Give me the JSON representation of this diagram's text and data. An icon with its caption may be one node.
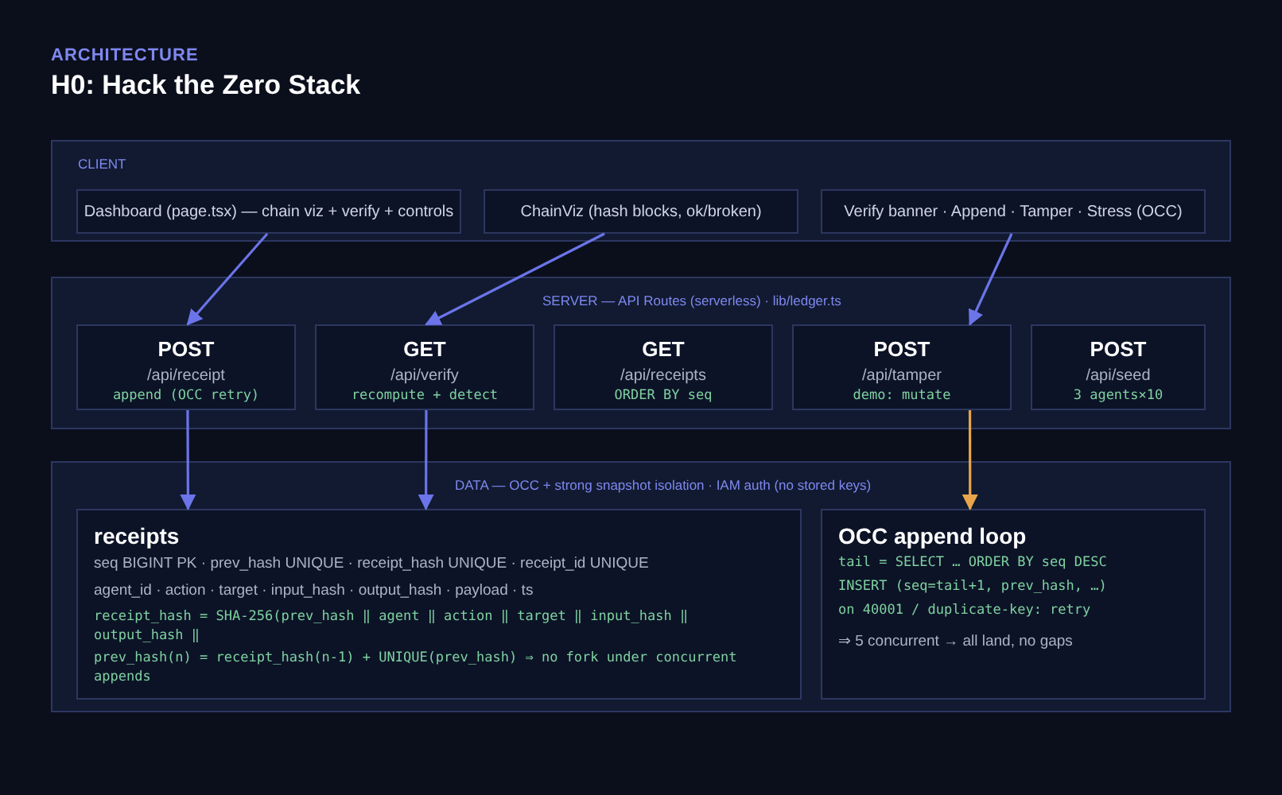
{
  "diagram": {
    "title": "H0: Hack the Zero Stack",
    "labels": [
      "ARCHITECTURE"
    ],
    "nodes": [
      {
        "text": [
          "CLIENT"
        ]
      },
      {
        "text": [
          "Dashboard (page.tsx) — chain viz + verify + controls"
        ],
        "in": 0
      },
      {
        "text": [
          "ChainViz (hash blocks, ok/broken)"
        ],
        "in": 0
      },
      {
        "text": [
          "Verify banner · Append · Tamper · Stress (OCC)"
        ],
        "in": 0
      },
      {
        "text": [
          "SERVER — API Routes (serverless) · lib/ledger.ts"
        ]
      },
      {
        "text": [
          "POST",
          "/api/receipt",
          "append (OCC retry)"
        ],
        "in": 4
      },
      {
        "text": [
          "GET",
          "/api/verify",
          "recompute + detect"
        ],
        "in": 4
      },
      {
        "text": [
          "GET",
          "/api/receipts",
          "ORDER BY seq"
        ],
        "in": 4
      },
      {
        "text": [
          "POST",
          "/api/tamper",
          "demo: mutate"
        ],
        "in": 4
      },
      {
        "text": [
          "POST",
          "/api/seed",
          "3 agents×10"
        ],
        "in": 4
      },
      {
        "text": [
          "DATA — OCC + strong snapshot isolation · IAM auth (no stored keys)"
        ]
      },
      {
        "text": [
          "receipts",
          "seq BIGINT PK · prev_hash UNIQUE · receipt_hash UNIQUE · receipt_id UNIQUE",
          "agent_id · action · target · input_hash · output_hash · payload · ts",
          "receipt_hash = SHA-256(prev_hash ‖ agent ‖ action ‖ target ‖ input_hash ‖ output_hash ‖",
          "prev_hash(n) = receipt_hash(n-1) + UNIQUE(prev_hash) ⇒ no fork under concurrent appends"
        ],
        "in": 10
      },
      {
        "text": [
          "OCC append loop",
          "tail = SELECT … ORDER BY seq DESC",
          "INSERT (seq=tail+1, prev_hash, …)",
          "on 40001 / duplicate-key: retry",
          "⇒ 5 concurrent → all land, no gaps"
        ],
        "in": 10
      }
    ],
    "edges": [
      {
        "from": 1,
        "to": 5,
        "arrow": "to"
      },
      {
        "from": 2,
        "to": 6,
        "arrow": "to"
      },
      {
        "from": 3,
        "to": 8,
        "arrow": "to"
      },
      {
        "from": 5,
        "to": 11,
        "arrow": "to"
      },
      {
        "from": 6,
        "to": 11,
        "arrow": "to"
      },
      {
        "from": 8,
        "to": 12,
        "arrow": "to",
        "color": "#e8a54a"
      }
    ]
  }
}
